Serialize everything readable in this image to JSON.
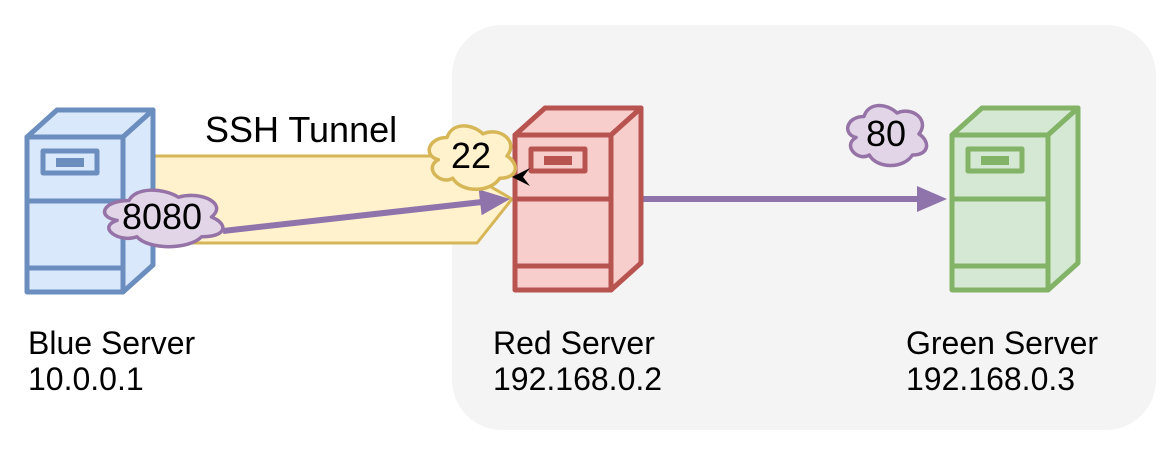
{
  "diagram": {
    "tunnel": {
      "label": "SSH Tunnel"
    },
    "servers": [
      {
        "name": "Blue Server",
        "ip": "10.0.0.1"
      },
      {
        "name": "Red Server",
        "ip": "192.168.0.2"
      },
      {
        "name": "Green Server",
        "ip": "192.168.0.3"
      }
    ],
    "ports": [
      {
        "value": "8080"
      },
      {
        "value": "22"
      },
      {
        "value": "80"
      }
    ]
  },
  "colors": {
    "text_color": "#000000",
    "zone_fill": "#f4f4f4",
    "blue_fill": "#dae8fc",
    "blue_stroke": "#6c8ebf",
    "red_fill": "#f8cecc",
    "red_stroke": "#b85450",
    "green_fill": "#d5e8d4",
    "green_stroke": "#82b366",
    "tunnel_fill": "#fff2cc",
    "tunnel_stroke": "#d6b656",
    "port_fill": "#e1d5e7",
    "port_stroke": "#9673a6",
    "arrow_color": "#8f74ab"
  }
}
